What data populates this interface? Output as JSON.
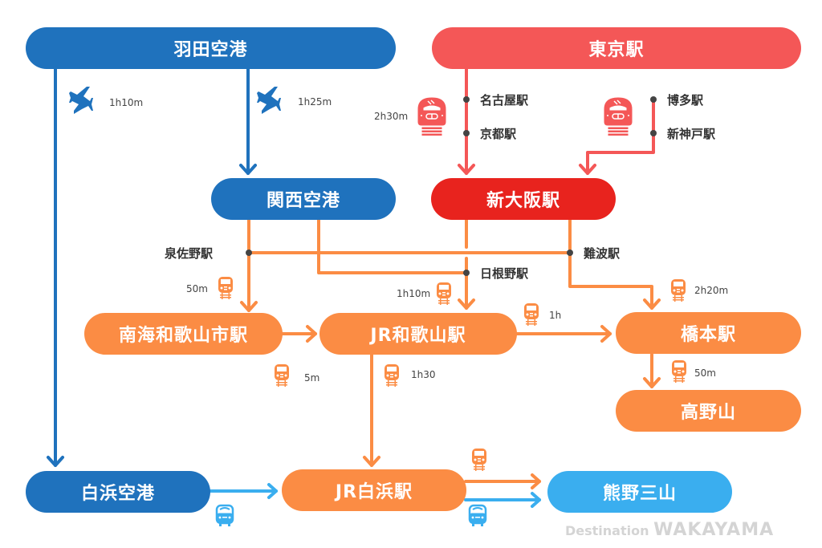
{
  "colors": {
    "haneda_blue": "#1f72bd",
    "tokyo_red": "#f45757",
    "shinosaka_red": "#e8231e",
    "jr_orange": "#fb8c44",
    "bus_sky": "#3aaeef",
    "junction_dot": "#444444"
  },
  "nodes": {
    "haneda": "羽田空港",
    "tokyo": "東京駅",
    "kansai_airport": "関西空港",
    "shin_osaka": "新大阪駅",
    "nankai_wakayamashi": "南海和歌山市駅",
    "jr_wakayama": "JR和歌山駅",
    "hashimoto": "橋本駅",
    "koyasan": "高野山",
    "shirahama_airport": "白浜空港",
    "jr_shirahama": "JR白浜駅",
    "kumano_sanzan": "熊野三山"
  },
  "stations": {
    "nagoya": "名古屋駅",
    "kyoto": "京都駅",
    "hakata": "博多駅",
    "shin_kobe": "新神戸駅",
    "izumisano": "泉佐野駅",
    "namba": "難波駅",
    "hineno": "日根野駅"
  },
  "times": {
    "haneda_shirahama": "1h10m",
    "haneda_kansai": "1h25m",
    "tokyo_shinosaka": "2h30m",
    "izumisano_nankai": "50m",
    "hineno_jrwakayama": "1h10m",
    "jrwakayama_hashimoto": "1h",
    "namba_hashimoto": "2h20m",
    "nankai_jrwakayama": "5m",
    "jrwakayama_shirahama": "1h30",
    "hashimoto_koyasan": "50m"
  },
  "icons": {
    "plane": "airplane-icon",
    "shinkansen": "shinkansen-icon",
    "train": "train-icon",
    "bus": "bus-icon"
  },
  "watermark": {
    "prefix": "Destination",
    "brand": "WAKAYAMA"
  }
}
